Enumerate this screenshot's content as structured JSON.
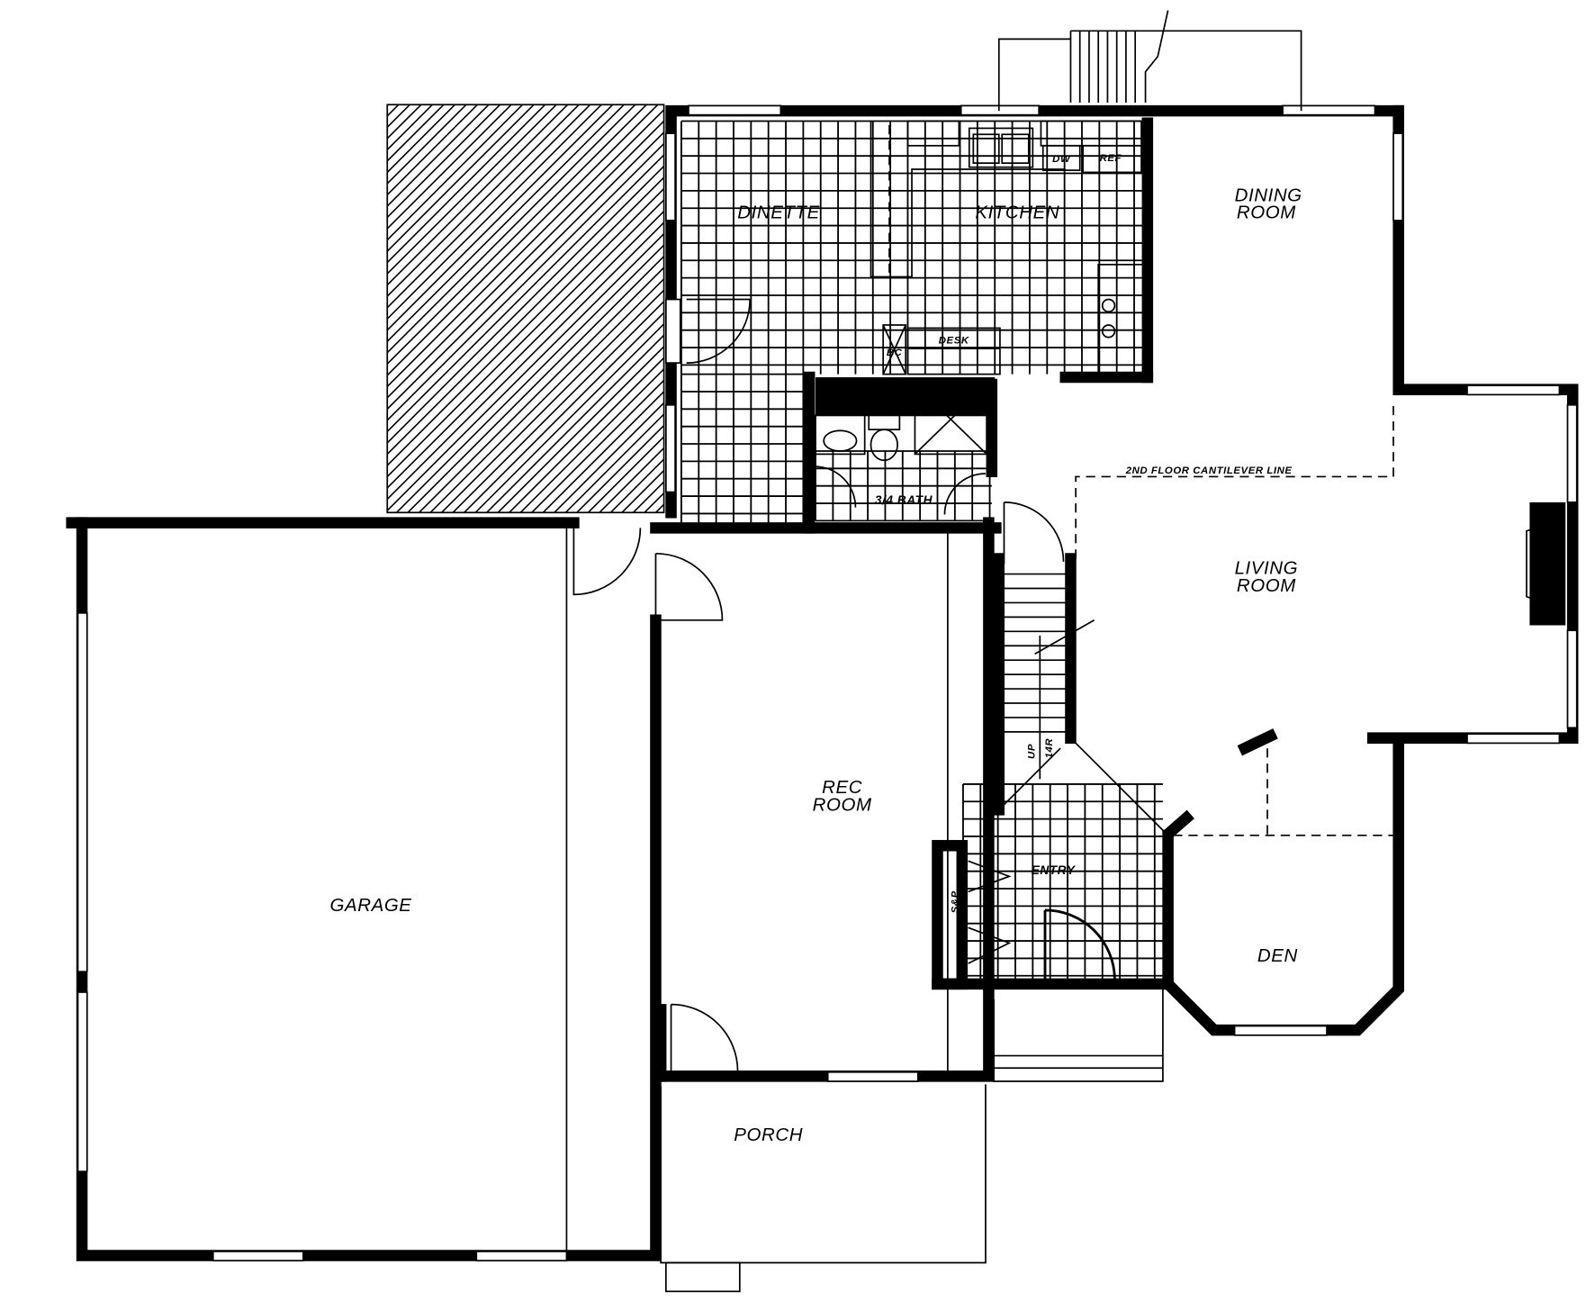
{
  "plan": {
    "rooms": {
      "dinette": "DINETTE",
      "kitchen": "KITCHEN",
      "dining_1": "DINING",
      "dining_2": "ROOM",
      "living_1": "LIVING",
      "living_2": "ROOM",
      "rec_1": "REC",
      "rec_2": "ROOM",
      "garage": "GARAGE",
      "porch": "PORCH",
      "den": "DEN",
      "entry": "ENTRY",
      "bath": "3/4 BATH"
    },
    "fixtures": {
      "dw": "DW",
      "ref": "REF",
      "desk": "DESK",
      "bc": "BC",
      "snp": "S&P",
      "stair_up": "UP",
      "stair_risers": "14R"
    },
    "notes": {
      "cantilever": "2ND FLOOR CANTILEVER LINE"
    }
  }
}
